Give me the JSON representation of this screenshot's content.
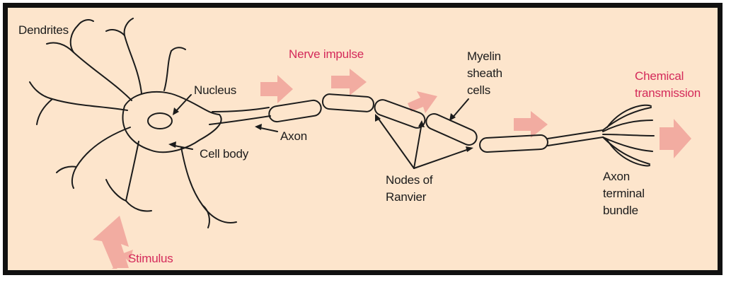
{
  "colors": {
    "background": "#fde5cc",
    "frame": "#111111",
    "ink": "#1c1c1c",
    "accent_text": "#d42a5a",
    "arrow_fill": "#f2aca1"
  },
  "labels": {
    "dendrites": "Dendrites",
    "nucleus": "Nucleus",
    "cell_body": "Cell body",
    "axon": "Axon",
    "nerve_impulse": "Nerve impulse",
    "myelin": [
      "Myelin",
      "sheath",
      "cells"
    ],
    "nodes": [
      "Nodes of",
      "Ranvier"
    ],
    "chemical": [
      "Chemical",
      "transmission"
    ],
    "terminal": [
      "Axon",
      "terminal",
      "bundle"
    ],
    "stimulus": "Stimulus"
  }
}
